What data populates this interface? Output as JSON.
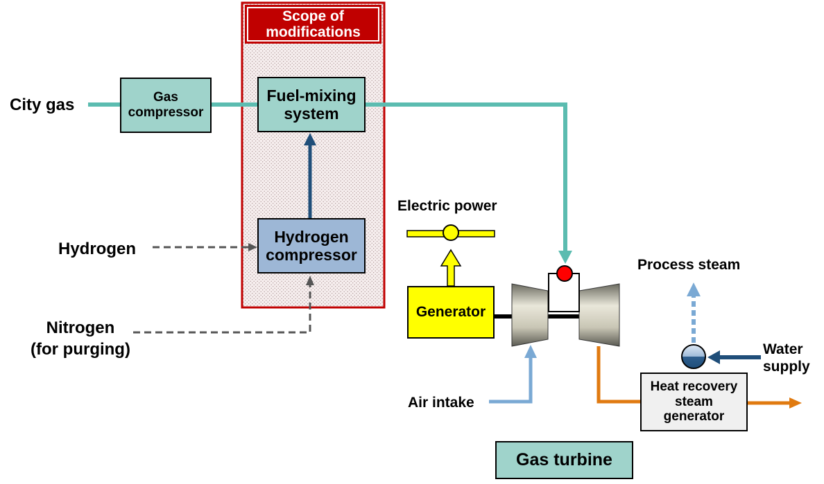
{
  "scope": {
    "title_line1": "Scope of",
    "title_line2": "modifications"
  },
  "inputs": {
    "city_gas": "City gas",
    "hydrogen": "Hydrogen",
    "nitrogen_line1": "Nitrogen",
    "nitrogen_line2": "(for purging)",
    "air_intake": "Air intake",
    "water_line1": "Water",
    "water_line2": "supply"
  },
  "equipment": {
    "gas_compressor_line1": "Gas",
    "gas_compressor_line2": "compressor",
    "fuel_mixing_line1": "Fuel-mixing",
    "fuel_mixing_line2": "system",
    "hydrogen_compressor_line1": "Hydrogen",
    "hydrogen_compressor_line2": "compressor",
    "generator": "Generator",
    "hrsg_line1": "Heat recovery",
    "hrsg_line2": "steam",
    "hrsg_line3": "generator"
  },
  "outputs": {
    "electric_power": "Electric power",
    "process_steam": "Process steam"
  },
  "gas_turbine_label": "Gas turbine",
  "colors": {
    "fuel_line": "#5bbcb0",
    "hydrogen_line": "#1f4e79",
    "air_line": "#7aa9d4",
    "exhaust_line": "#e07a10",
    "scope_red": "#c00000",
    "generator_yellow": "#ffff00"
  }
}
